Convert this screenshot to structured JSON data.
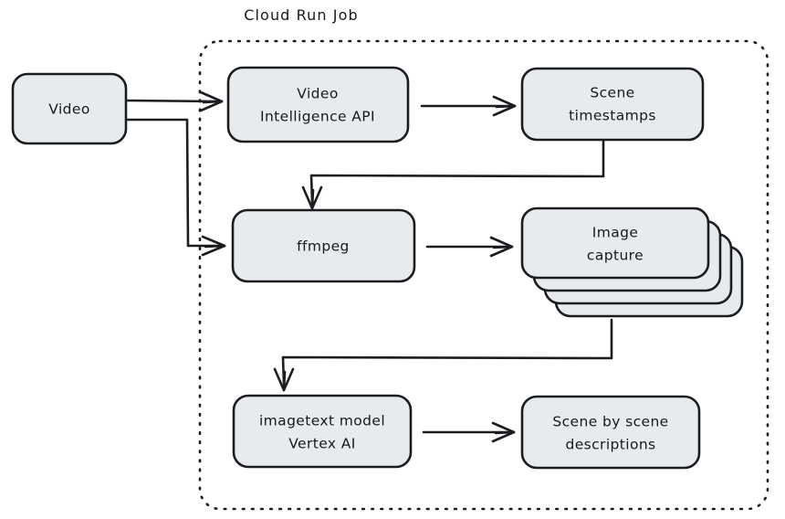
{
  "diagram": {
    "title": "Cloud Run Job",
    "background_color": "#ffffff",
    "node_fill_color": "#e7ebee",
    "node_stroke_color": "#1c1d20",
    "nodes": [
      {
        "id": "video",
        "label_line1": "Video",
        "label_line2": ""
      },
      {
        "id": "vi-api",
        "label_line1": "Video",
        "label_line2": "Intelligence API"
      },
      {
        "id": "scene-ts",
        "label_line1": "Scene",
        "label_line2": "timestamps"
      },
      {
        "id": "ffmpeg",
        "label_line1": "ffmpeg",
        "label_line2": ""
      },
      {
        "id": "image-capture",
        "label_line1": "Image",
        "label_line2": "capture"
      },
      {
        "id": "imagetext",
        "label_line1": "imagetext model",
        "label_line2": "Vertex AI"
      },
      {
        "id": "descriptions",
        "label_line1": "Scene by scene",
        "label_line2": "descriptions"
      }
    ],
    "edges": [
      {
        "from": "video",
        "to": "vi-api"
      },
      {
        "from": "video",
        "to": "ffmpeg"
      },
      {
        "from": "vi-api",
        "to": "scene-ts"
      },
      {
        "from": "scene-ts",
        "to": "ffmpeg"
      },
      {
        "from": "ffmpeg",
        "to": "image-capture"
      },
      {
        "from": "image-capture",
        "to": "imagetext"
      },
      {
        "from": "imagetext",
        "to": "descriptions"
      }
    ]
  }
}
